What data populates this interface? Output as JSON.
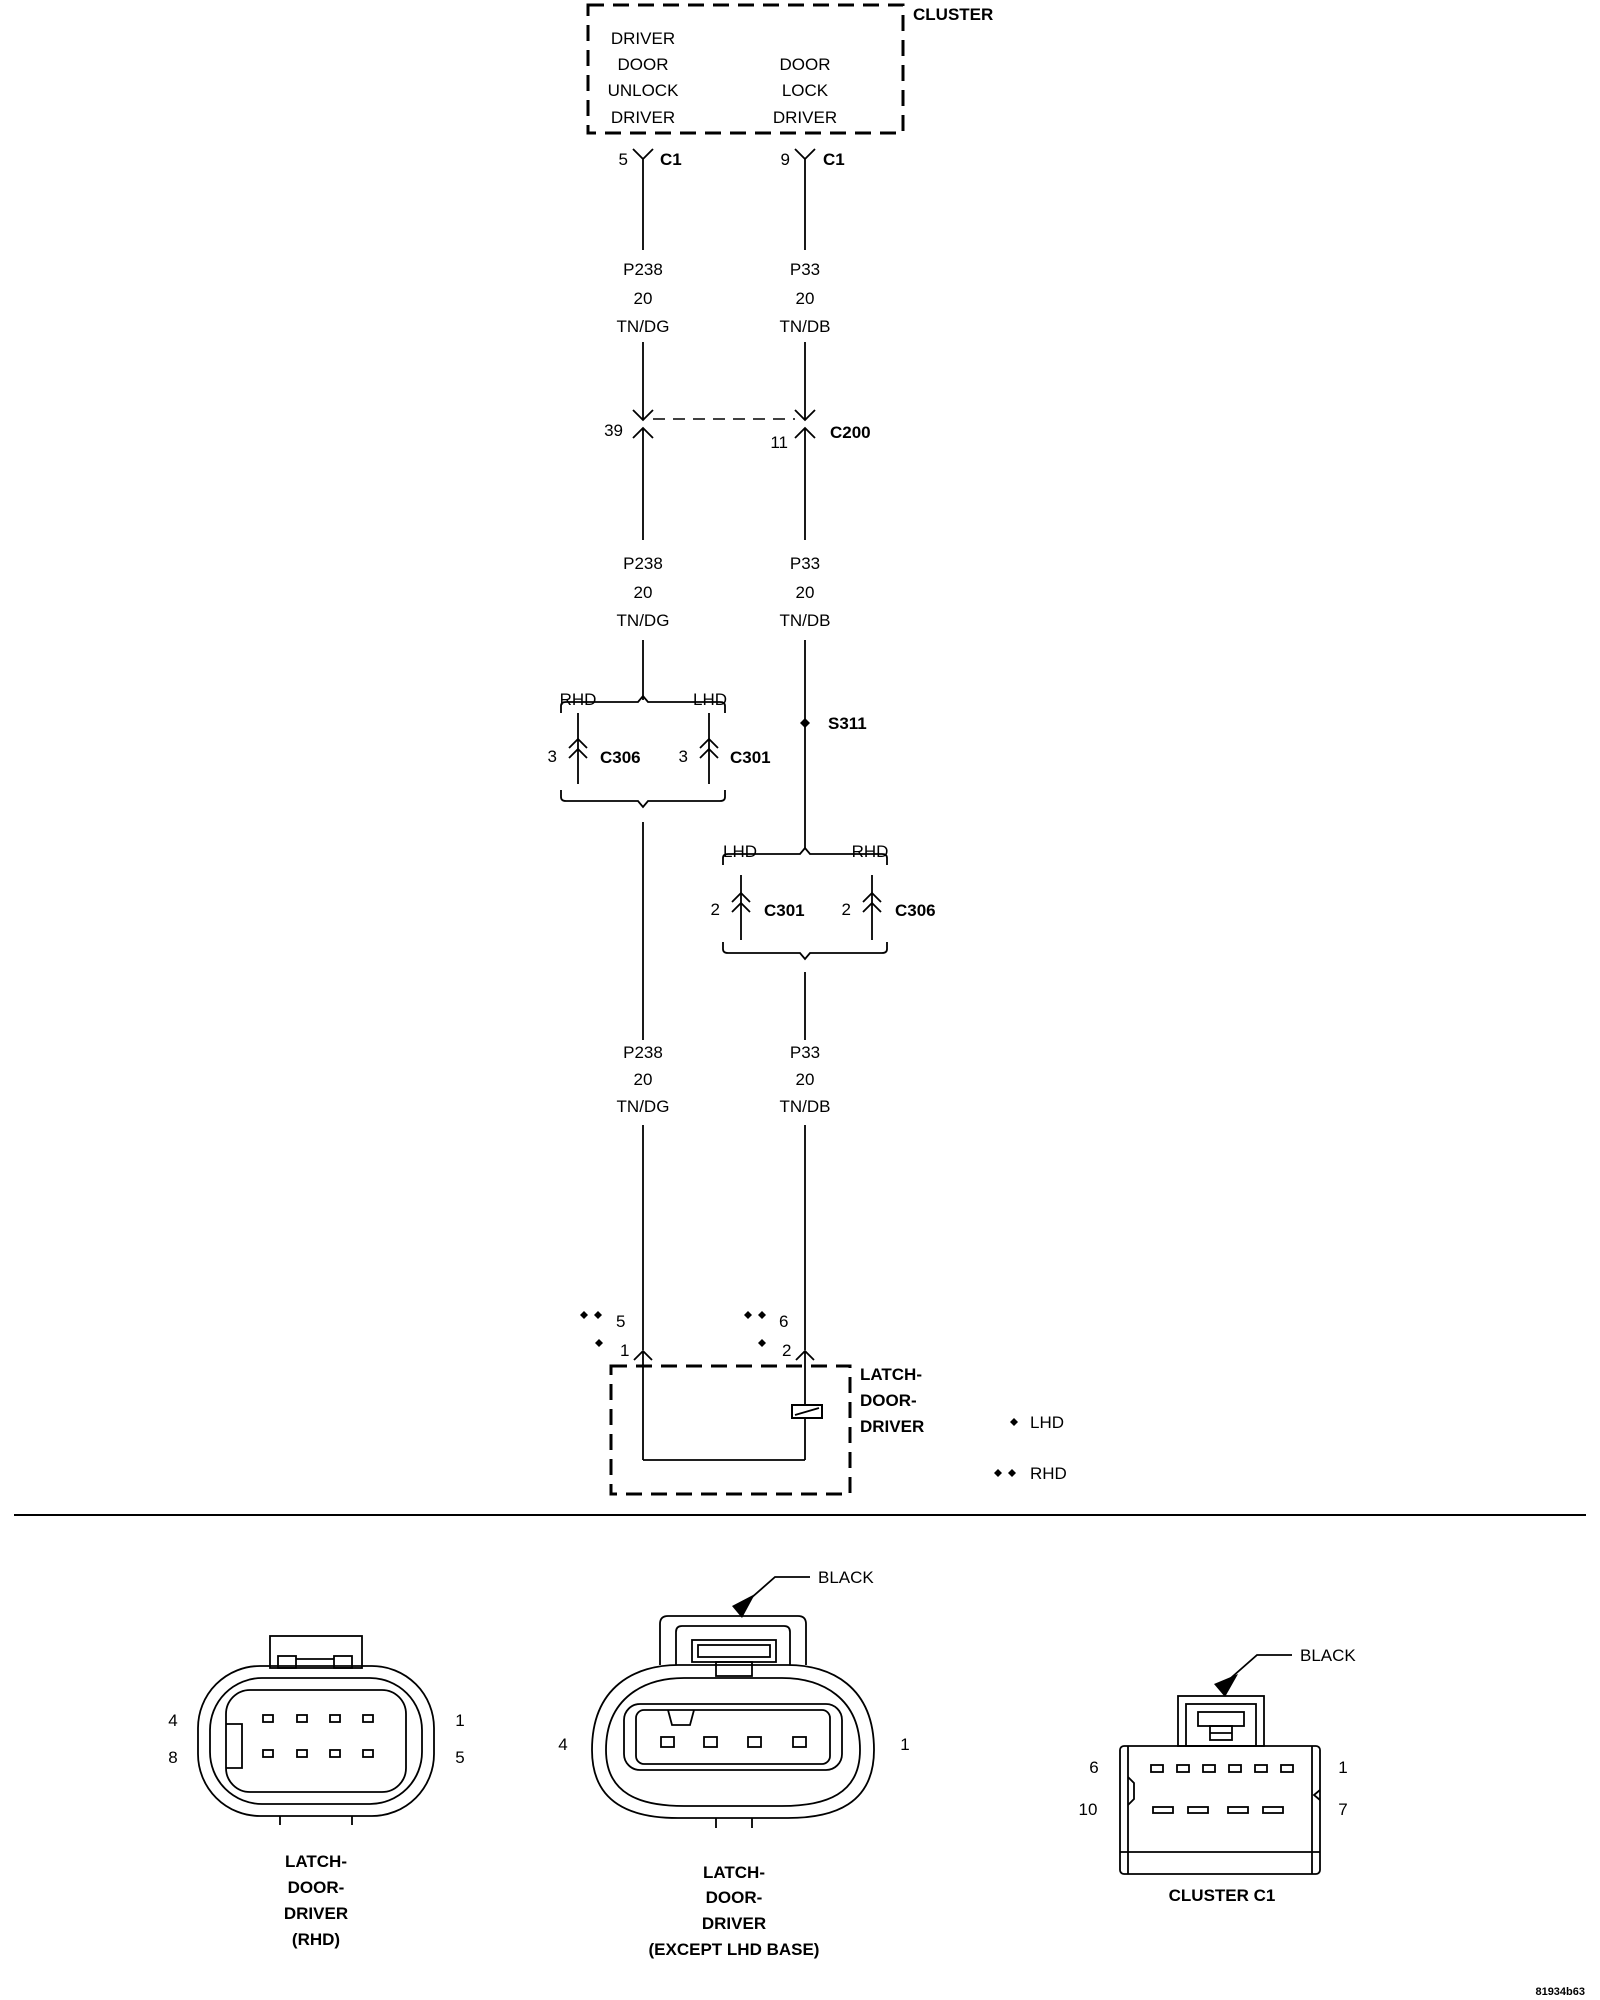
{
  "cluster": {
    "title": "CLUSTER",
    "unlock_lines": [
      "DRIVER",
      "DOOR",
      "UNLOCK",
      "DRIVER"
    ],
    "lock_lines": [
      "DOOR",
      "LOCK",
      "DRIVER"
    ]
  },
  "c1": {
    "left_pin": "5",
    "right_pin": "9",
    "label": "C1"
  },
  "wires": {
    "left": {
      "circuit": "P238",
      "gauge": "20",
      "color": "TN/DG"
    },
    "right": {
      "circuit": "P33",
      "gauge": "20",
      "color": "TN/DB"
    }
  },
  "c200": {
    "left_pin": "39",
    "right_pin": "11",
    "label": "C200"
  },
  "branch_left": {
    "rhd": "RHD",
    "lhd": "LHD",
    "c306_pin": "3",
    "c306": "C306",
    "c301_pin": "3",
    "c301": "C301"
  },
  "splice": {
    "label": "S311"
  },
  "branch_right": {
    "lhd": "LHD",
    "rhd": "RHD",
    "c301_pin": "2",
    "c301": "C301",
    "c306_pin": "2",
    "c306": "C306"
  },
  "latch_pins": {
    "left_rhd": "5",
    "left_lhd": "1",
    "right_rhd": "6",
    "right_lhd": "2"
  },
  "latch": {
    "lines": [
      "LATCH-",
      "DOOR-",
      "DRIVER"
    ]
  },
  "legend": {
    "lhd": "LHD",
    "rhd": "RHD"
  },
  "connectors": {
    "rhd": {
      "lines": [
        "LATCH-",
        "DOOR-",
        "DRIVER",
        "(RHD)"
      ],
      "pin_tl": "4",
      "pin_tr": "1",
      "pin_bl": "8",
      "pin_br": "5"
    },
    "base": {
      "color": "BLACK",
      "lines": [
        "LATCH-",
        "DOOR-",
        "DRIVER",
        "(EXCEPT LHD BASE)"
      ],
      "pin_l": "4",
      "pin_r": "1"
    },
    "cluster": {
      "color": "BLACK",
      "label": "CLUSTER C1",
      "pin_tl": "6",
      "pin_tr": "1",
      "pin_bl": "10",
      "pin_br": "7"
    }
  },
  "figure_id": "81934b63"
}
